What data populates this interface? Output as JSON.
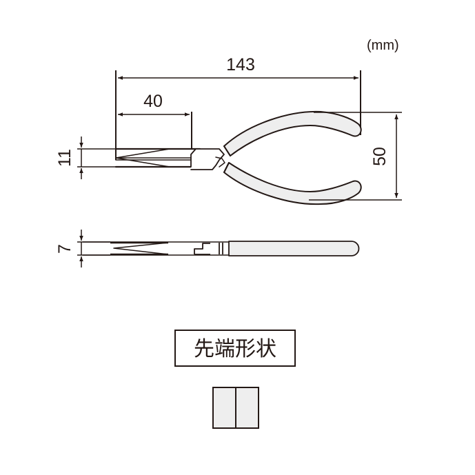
{
  "unit": "(mm)",
  "dimensions": {
    "overall_length": "143",
    "tip_length": "40",
    "tip_width": "11",
    "handle_spread": "50",
    "thickness": "7"
  },
  "tip_shape": {
    "label": "先端形状"
  },
  "colors": {
    "line": "#231815",
    "handle_fill": "#eeeeee",
    "background": "#ffffff"
  }
}
